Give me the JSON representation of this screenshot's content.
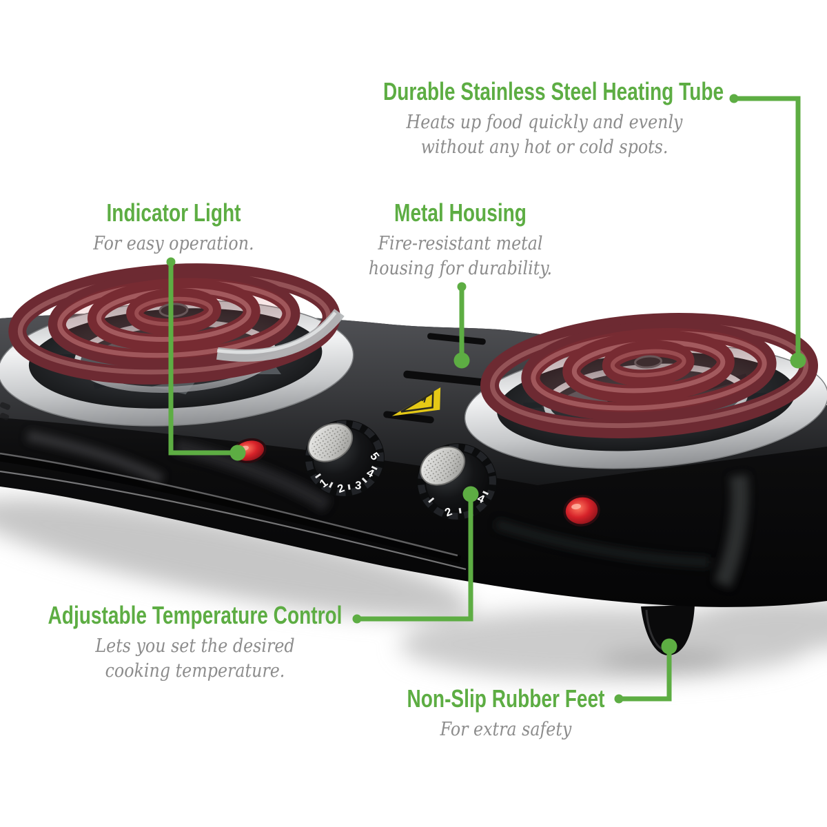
{
  "colors": {
    "accent_green": "#5dad43",
    "description_gray": "#8c8c8c",
    "indicator_red": "#cf1f27",
    "sticker_yellow": "#e5c916",
    "coil_maroon": "#6d2a32",
    "body_black": "#101011",
    "chrome_silver": "#d8d9da"
  },
  "callouts": {
    "heating_tube": {
      "title": "Durable Stainless Steel Heating Tube",
      "line1": "Heats up food quickly and evenly",
      "line2": "without any hot or cold spots."
    },
    "indicator_light": {
      "title": "Indicator Light",
      "line1": "For easy operation."
    },
    "metal_housing": {
      "title": "Metal Housing",
      "line1": "Fire-resistant metal",
      "line2": "housing for durability."
    },
    "temperature_control": {
      "title": "Adjustable Temperature Control",
      "line1": "Lets you set the desired",
      "line2": "cooking temperature."
    },
    "rubber_feet": {
      "title": "Non-Slip Rubber Feet",
      "line1": "For extra safety"
    }
  },
  "product": {
    "knob_scale": [
      "1",
      "2",
      "3",
      "4",
      "5"
    ]
  }
}
